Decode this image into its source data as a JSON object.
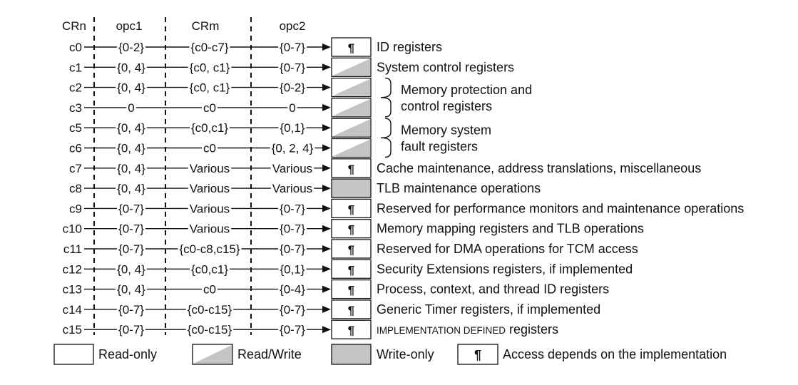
{
  "headers": {
    "crn": "CRn",
    "opc1": "opc1",
    "crm": "CRm",
    "opc2": "opc2"
  },
  "rows": [
    {
      "crn": "c0",
      "opc1": "{0-2}",
      "crm": "{c0-c7}",
      "opc2": "{0-7}",
      "access": "impl",
      "desc": "ID registers"
    },
    {
      "crn": "c1",
      "opc1": "{0, 4}",
      "crm": "{c0, c1}",
      "opc2": "{0-7}",
      "access": "rw",
      "desc": "System control registers"
    },
    {
      "crn": "c2",
      "opc1": "{0, 4}",
      "crm": "{c0, c1}",
      "opc2": "{0-2}",
      "access": "rw",
      "desc": ""
    },
    {
      "crn": "c3",
      "opc1": "0",
      "crm": "c0",
      "opc2": "0",
      "access": "rw",
      "desc": ""
    },
    {
      "crn": "c5",
      "opc1": "{0, 4}",
      "crm": "{c0,c1}",
      "opc2": "{0,1}",
      "access": "rw",
      "desc": ""
    },
    {
      "crn": "c6",
      "opc1": "{0, 4}",
      "crm": "c0",
      "opc2": "{0, 2, 4}",
      "access": "rw",
      "desc": ""
    },
    {
      "crn": "c7",
      "opc1": "{0, 4}",
      "crm": "Various",
      "opc2": "Various",
      "access": "impl",
      "desc": "Cache maintenance, address translations, miscellaneous"
    },
    {
      "crn": "c8",
      "opc1": "{0, 4}",
      "crm": "Various",
      "opc2": "Various",
      "access": "wo",
      "desc": "TLB maintenance operations"
    },
    {
      "crn": "c9",
      "opc1": "{0-7}",
      "crm": "Various",
      "opc2": "{0-7}",
      "access": "impl",
      "desc": "Reserved for performance monitors and maintenance operations"
    },
    {
      "crn": "c10",
      "opc1": "{0-7}",
      "crm": "Various",
      "opc2": "{0-7}",
      "access": "impl",
      "desc": "Memory mapping registers and TLB operations"
    },
    {
      "crn": "c11",
      "opc1": "{0-7}",
      "crm": "{c0-c8,c15}",
      "opc2": "{0-7}",
      "access": "impl",
      "desc": "Reserved for DMA operations for TCM access"
    },
    {
      "crn": "c12",
      "opc1": "{0, 4}",
      "crm": "{c0,c1}",
      "opc2": "{0,1}",
      "access": "impl",
      "desc": "Security Extensions registers, if implemented"
    },
    {
      "crn": "c13",
      "opc1": "{0, 4}",
      "crm": "c0",
      "opc2": "{0-4}",
      "access": "impl",
      "desc": "Process, context, and thread ID registers"
    },
    {
      "crn": "c14",
      "opc1": "{0-7}",
      "crm": "{c0-c15}",
      "opc2": "{0-7}",
      "access": "impl",
      "desc": "Generic Timer registers, if implemented"
    },
    {
      "crn": "c15",
      "opc1": "{0-7}",
      "crm": "{c0-c15}",
      "opc2": "{0-7}",
      "access": "impl",
      "desc": ""
    }
  ],
  "last_row_desc": {
    "smallcaps": "IMPLEMENTATION DEFINED",
    "rest": " registers"
  },
  "groups": [
    {
      "rows": [
        "c2",
        "c3"
      ],
      "line1": "Memory protection and",
      "line2": "control registers"
    },
    {
      "rows": [
        "c5",
        "c6"
      ],
      "line1": "Memory system",
      "line2": "fault registers"
    }
  ],
  "legend": {
    "read_only": "Read-only",
    "read_write": "Read/Write",
    "write_only": "Write-only",
    "impl_symbol": "¶",
    "impl": "Access depends on the implementation"
  },
  "colors": {
    "line": "#111111",
    "fill_gray": "#c4c4c4",
    "fill_white": "#ffffff"
  }
}
